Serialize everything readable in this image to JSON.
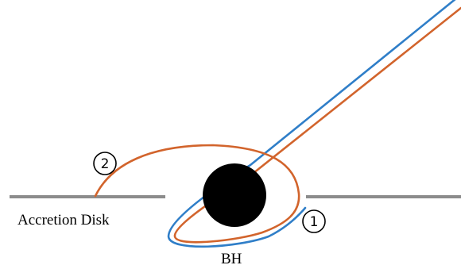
{
  "labels": {
    "accretion_disk": "Accretion Disk",
    "black_hole": "BH"
  },
  "markers": {
    "path_1": "1",
    "path_2": "2"
  },
  "colors": {
    "path_1": "#2f7ec8",
    "path_2": "#d2642c",
    "black_hole": "#000000",
    "disk": "#8c8c8c"
  }
}
